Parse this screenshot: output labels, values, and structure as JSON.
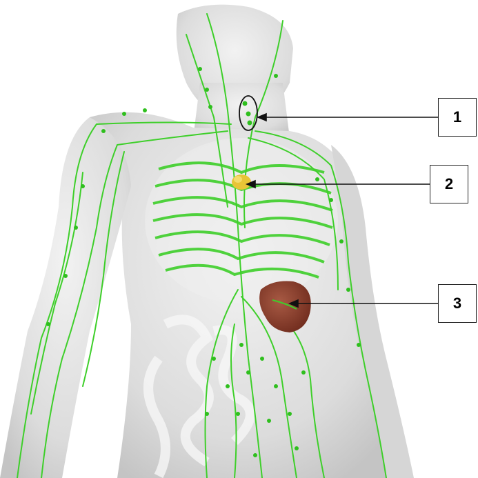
{
  "labels": [
    {
      "id": "1",
      "text": "1",
      "target": "lymph-nodes-neck"
    },
    {
      "id": "2",
      "text": "2",
      "target": "thymus"
    },
    {
      "id": "3",
      "text": "3",
      "target": "spleen"
    }
  ],
  "colors": {
    "body": "#e6e6e6",
    "body_shade": "#cfcfcf",
    "lymph": "#3ecf2a",
    "lymph_dark": "#22a315",
    "thymus": "#e8c436",
    "spleen": "#8c3b2a",
    "outline": "#111111"
  }
}
